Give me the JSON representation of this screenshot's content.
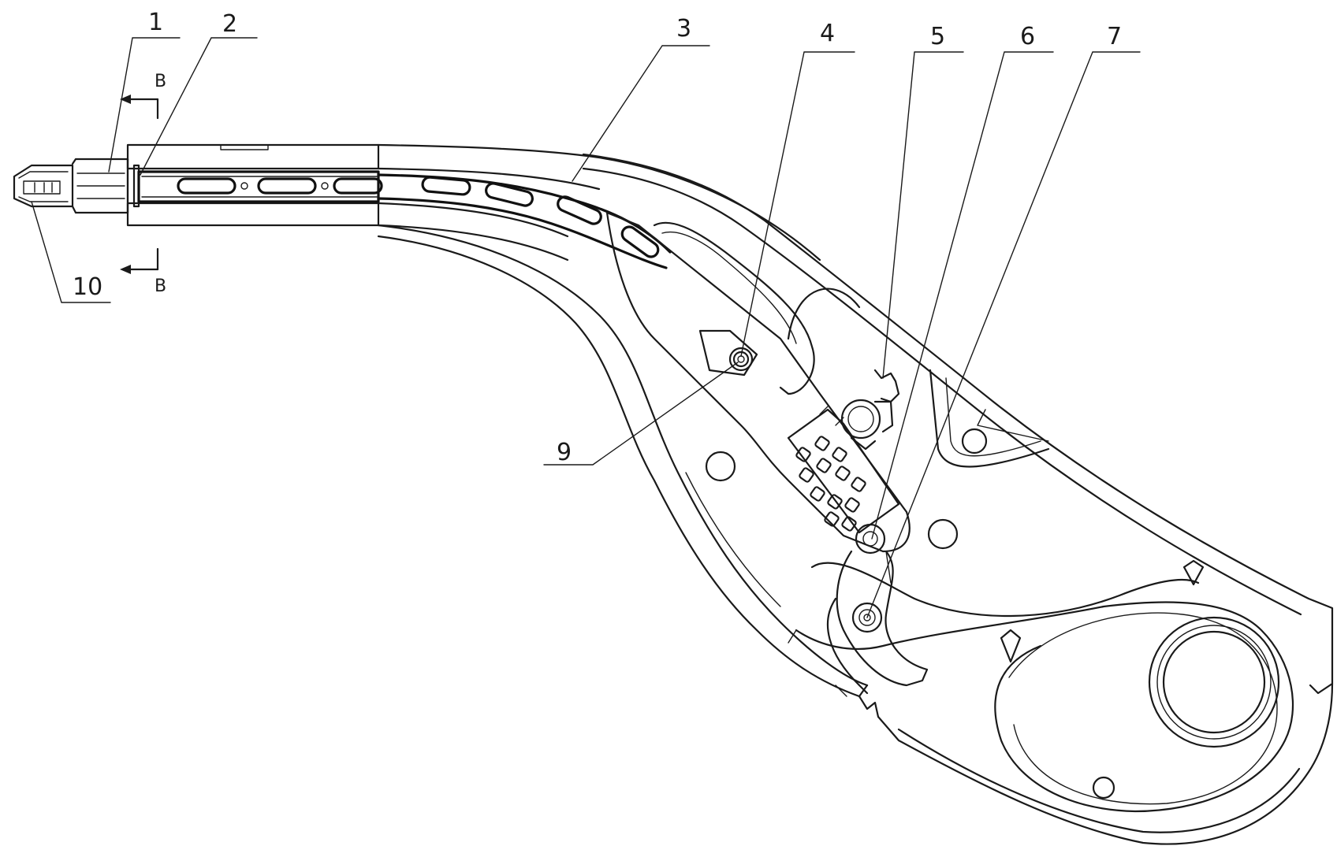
{
  "callouts": [
    {
      "id": "1",
      "text": "1"
    },
    {
      "id": "2",
      "text": "2"
    },
    {
      "id": "3",
      "text": "3"
    },
    {
      "id": "4",
      "text": "4"
    },
    {
      "id": "5",
      "text": "5"
    },
    {
      "id": "6",
      "text": "6"
    },
    {
      "id": "7",
      "text": "7"
    },
    {
      "id": "9",
      "text": "9"
    },
    {
      "id": "10",
      "text": "10"
    }
  ],
  "section_marker": {
    "top": "B",
    "bottom": "B"
  }
}
